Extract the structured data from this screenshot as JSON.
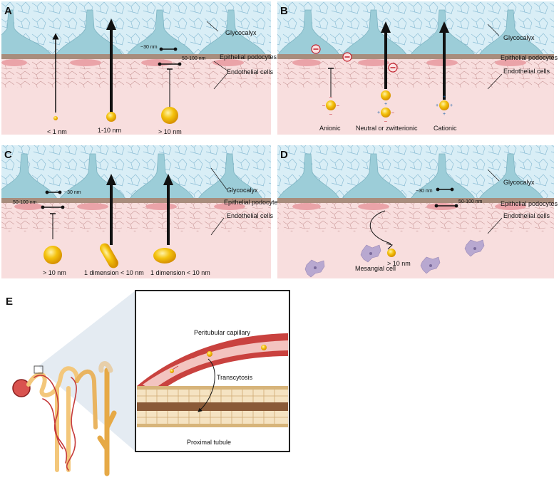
{
  "panels": {
    "A": {
      "letter": "A",
      "glycocalyx": "Glycocalyx",
      "podocytes": "Epithelial podocytes",
      "endothelial": "Endothelial cells",
      "gap1": "~30 nm",
      "gap2": "50-100 nm",
      "size1": "< 1 nm",
      "size2": "1-10 nm",
      "size3": "> 10 nm"
    },
    "B": {
      "letter": "B",
      "glycocalyx": "Glycocalyx",
      "podocytes": "Epithelial podocytes",
      "endothelial": "Endothelial cells",
      "charge1": "Anionic",
      "charge2": "Neutral or zwitterionic",
      "charge3": "Cationic"
    },
    "C": {
      "letter": "C",
      "glycocalyx": "Glycocalyx",
      "podocytes": "Epithelial podocytes",
      "endothelial": "Endothelial cells",
      "gap1": "~30 nm",
      "gap2": "50-100 nm",
      "shape1": "> 10 nm",
      "shape2": "1 dimension < 10 nm",
      "shape3": "1 dimension < 10 nm"
    },
    "D": {
      "letter": "D",
      "glycocalyx": "Glycocalyx",
      "podocytes": "Epithelial podocytes",
      "endothelial": "Endothelial cells",
      "gap1": "~30 nm",
      "gap2": "50-100 nm",
      "mesangial": "Mesangial cell",
      "size": "> 10 nm"
    },
    "E": {
      "letter": "E",
      "capillary": "Peritubular capillary",
      "transcytosis": "Transcytosis",
      "tubule": "Proximal tubule"
    }
  },
  "colors": {
    "glycocalyx_bg": "#d9eef6",
    "podocyte": "#9ccdd8",
    "membrane": "#a88d7d",
    "endothelial_bg": "#f8dede",
    "particle": "#f2b705",
    "arrow": "#111111",
    "mesangial": "#b8a8d0",
    "capillary": "#c9423f",
    "tubule": "#d7b47a"
  }
}
